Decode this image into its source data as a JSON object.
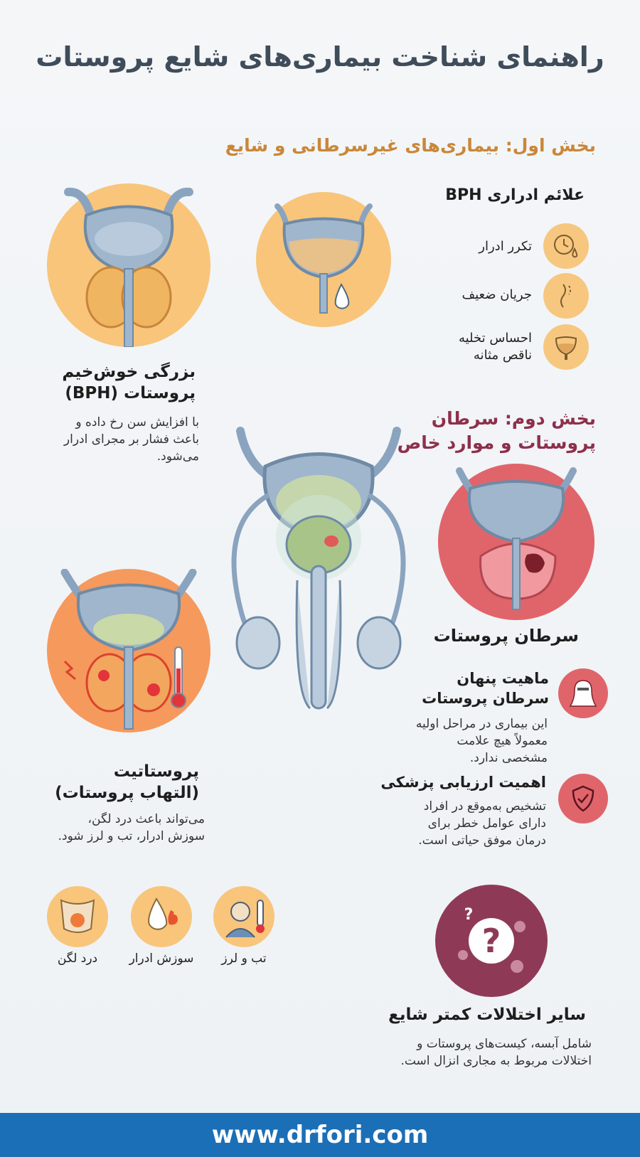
{
  "title": "راهنمای شناخت بیماری‌های شایع پروستات",
  "section1": {
    "heading": "بخش اول: بیماری‌های غیرسرطانی و شایع",
    "bph_symptoms": {
      "title": "علائم ادراری BPH",
      "items": [
        {
          "label": "تکرر ادرار",
          "icon": "clock-drop-icon"
        },
        {
          "label": "جریان ضعیف",
          "icon": "weak-stream-icon"
        },
        {
          "label_line1": "احساس تخلیه",
          "label_line2": "ناقص مثانه",
          "icon": "bladder-icon"
        }
      ]
    },
    "bph": {
      "title_line1": "بزرگی خوش‌خیم",
      "title_line2": "پروستات (BPH)",
      "desc_line1": "با افزایش سن رخ داده و",
      "desc_line2": "باعث فشار بر مجرای ادرار",
      "desc_line3": "می‌شود."
    },
    "prostatitis": {
      "title_line1": "پروستاتیت",
      "title_line2": "(التهاب پروستات)",
      "desc_line1": "می‌تواند باعث درد لگن،",
      "desc_line2": "سوزش ادرار، تب و لرز شود.",
      "symptoms": [
        "درد لگن",
        "سوزش ادرار",
        "تب و لرز"
      ]
    }
  },
  "section2": {
    "heading_line1": "بخش دوم: سرطان",
    "heading_line2": "پروستات و موارد خاص",
    "cancer_title": "سرطان پروستات",
    "hidden": {
      "title_line1": "ماهیت پنهان",
      "title_line2": "سرطان پروستات",
      "desc_line1": "این بیماری در مراحل اولیه",
      "desc_line2": "معمولاً هیچ علامت",
      "desc_line3": "مشخصی ندارد."
    },
    "evaluation": {
      "title": "اهمیت ارزیابی پزشکی",
      "desc_line1": "تشخیص به‌موقع در افراد",
      "desc_line2": "دارای عوامل خطر برای",
      "desc_line3": "درمان موفق حیاتی است."
    },
    "other": {
      "title": "سایر اختلالات کمتر شایع",
      "desc_line1": "شامل آبسه، کیست‌های پروستات و",
      "desc_line2": "اختلالات مربوط به مجاری انزال است."
    }
  },
  "footer": "www.drfori.com",
  "colors": {
    "accent_orange": "#f7c77f",
    "accent_red": "#e0656b",
    "accent_maroon": "#8e3a57",
    "footer_blue": "#1b6fb6",
    "section1_heading": "#c9873a",
    "section2_heading": "#8e2f4b"
  }
}
